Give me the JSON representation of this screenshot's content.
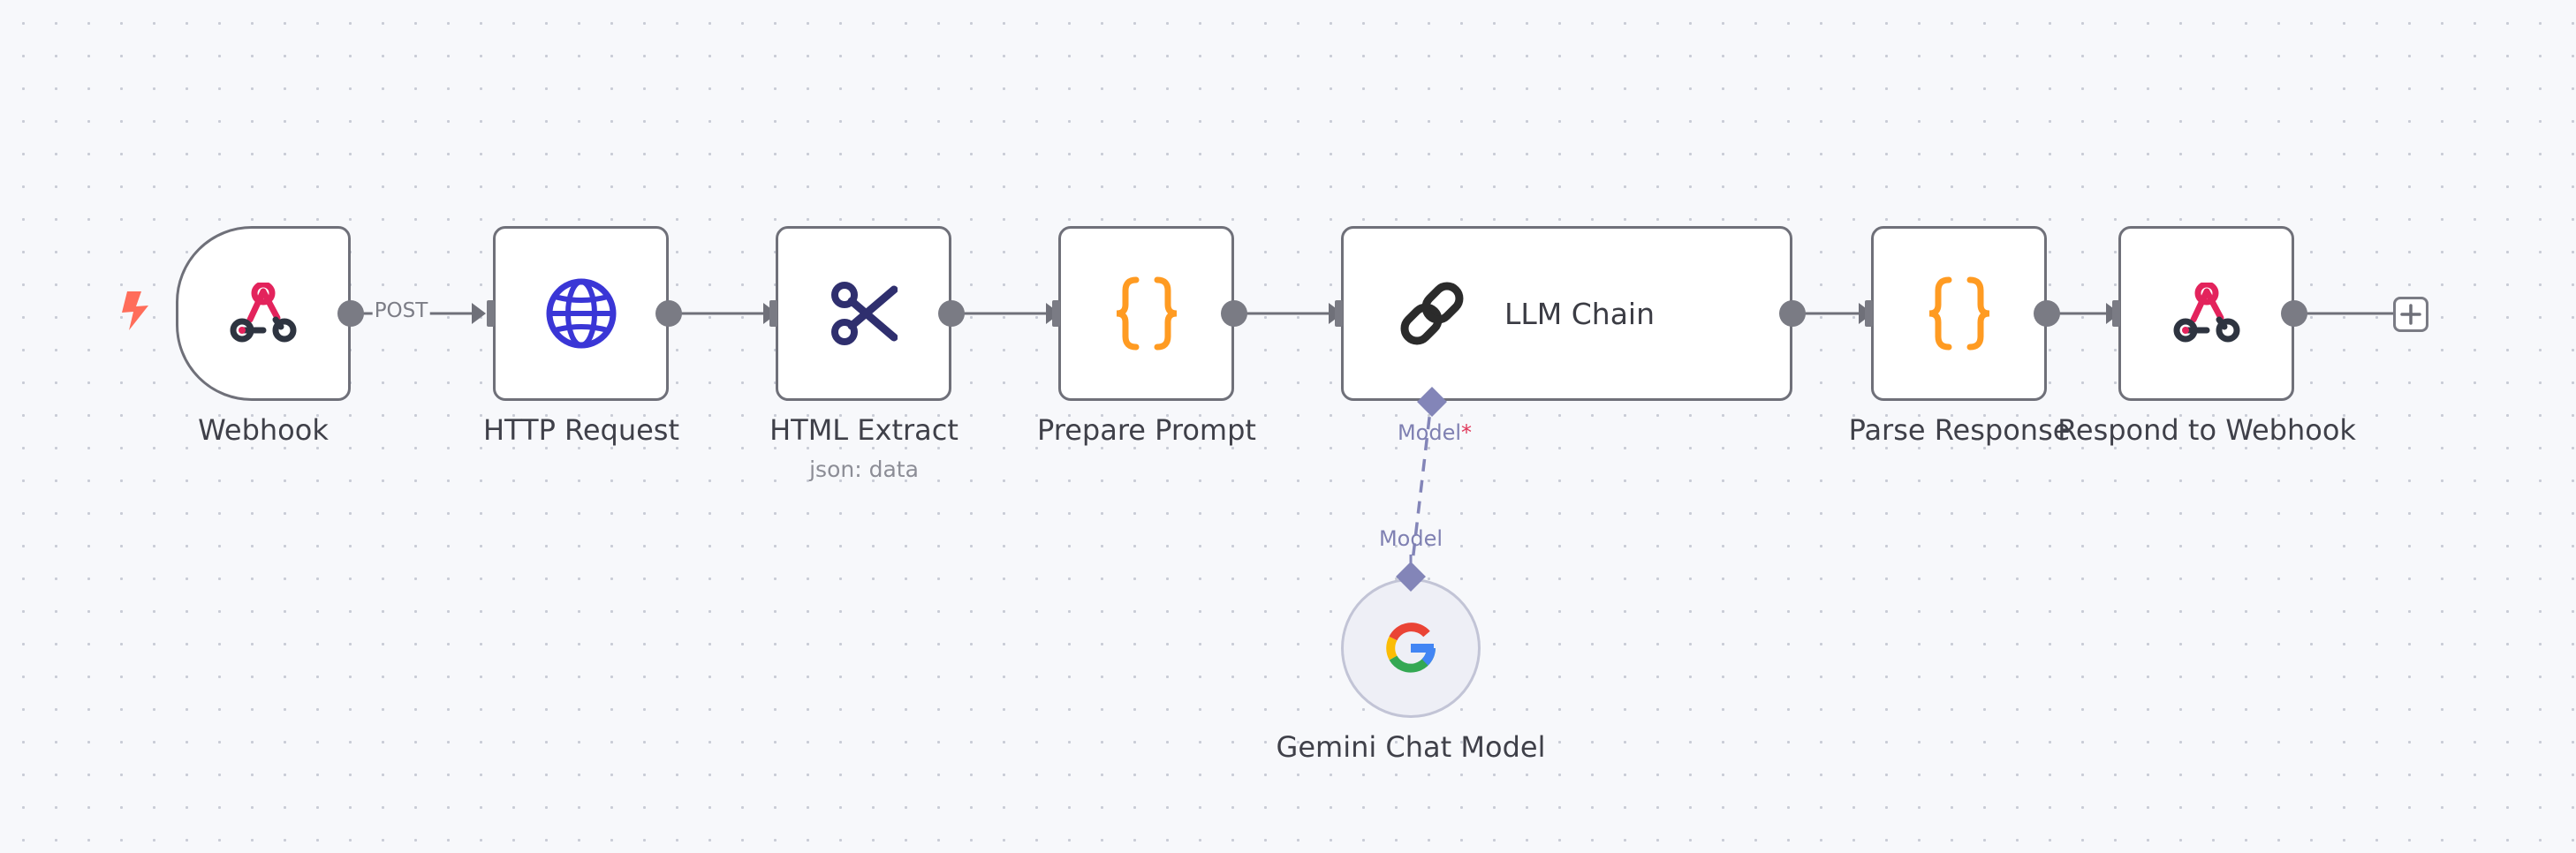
{
  "nodes": {
    "webhook": {
      "label": "Webhook"
    },
    "http_request": {
      "label": "HTTP Request"
    },
    "html_extract": {
      "label": "HTML Extract",
      "sublabel": "json: data"
    },
    "prepare_prompt": {
      "label": "Prepare Prompt"
    },
    "llm_chain": {
      "label": "LLM Chain",
      "input_label": "Model",
      "required_mark": "*"
    },
    "parse_response": {
      "label": "Parse Response"
    },
    "respond_to_webhook": {
      "label": "Respond to Webhook"
    },
    "gemini_chat_model": {
      "label": "Gemini Chat Model",
      "output_label": "Model"
    }
  },
  "edges": {
    "webhook_to_http": {
      "label": "POST"
    }
  },
  "icons": {
    "trigger": "lightning-bolt-icon",
    "webhook": "webhook-icon",
    "http_request": "globe-icon",
    "html_extract": "scissors-icon",
    "code": "curly-braces-icon",
    "llm_chain": "chain-link-icon",
    "gemini": "google-g-icon",
    "add": "plus-icon"
  },
  "colors": {
    "canvas_bg": "#f7f8fb",
    "node_border": "#6f7079",
    "connector": "#6f7079",
    "ai_connector": "#8385b8",
    "trigger_bolt": "#ff6d5a",
    "webhook_pink": "#e3235c",
    "webhook_dark": "#2e3440",
    "globe_blue": "#3a36d6",
    "scissors_navy": "#2f2f6e",
    "braces_orange": "#ff9b22",
    "chain_dark": "#2b2b2b",
    "required_red": "#e0385a"
  }
}
